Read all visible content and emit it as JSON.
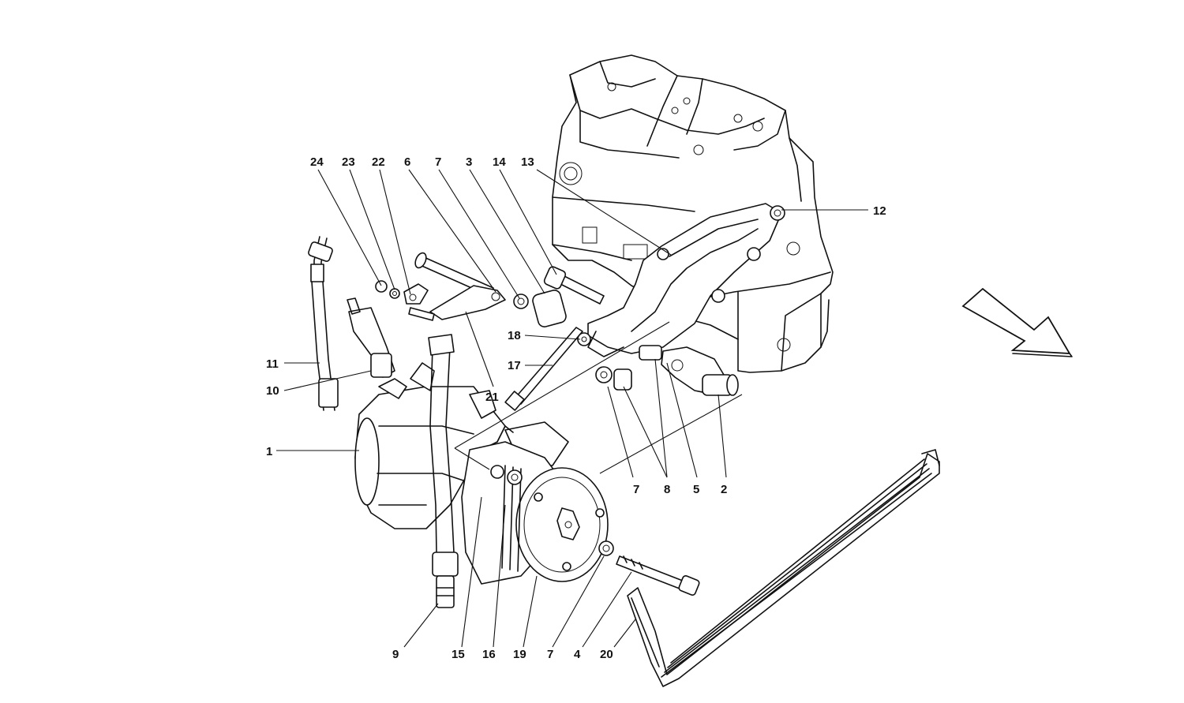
{
  "callouts": [
    {
      "id": "c24",
      "label": "24"
    },
    {
      "id": "c23",
      "label": "23"
    },
    {
      "id": "c22",
      "label": "22"
    },
    {
      "id": "c6",
      "label": "6"
    },
    {
      "id": "c7a",
      "label": "7"
    },
    {
      "id": "c3",
      "label": "3"
    },
    {
      "id": "c14",
      "label": "14"
    },
    {
      "id": "c13",
      "label": "13"
    },
    {
      "id": "c12",
      "label": "12"
    },
    {
      "id": "c18",
      "label": "18"
    },
    {
      "id": "c17",
      "label": "17"
    },
    {
      "id": "c11",
      "label": "11"
    },
    {
      "id": "c10",
      "label": "10"
    },
    {
      "id": "c21",
      "label": "21"
    },
    {
      "id": "c1",
      "label": "1"
    },
    {
      "id": "c7b",
      "label": "7"
    },
    {
      "id": "c8",
      "label": "8"
    },
    {
      "id": "c5",
      "label": "5"
    },
    {
      "id": "c2",
      "label": "2"
    },
    {
      "id": "c9",
      "label": "9"
    },
    {
      "id": "c15",
      "label": "15"
    },
    {
      "id": "c16",
      "label": "16"
    },
    {
      "id": "c19",
      "label": "19"
    },
    {
      "id": "c7c",
      "label": "7"
    },
    {
      "id": "c4",
      "label": "4"
    },
    {
      "id": "c20",
      "label": "20"
    }
  ],
  "direction_arrow": {
    "icon": "direction-arrow-icon"
  }
}
